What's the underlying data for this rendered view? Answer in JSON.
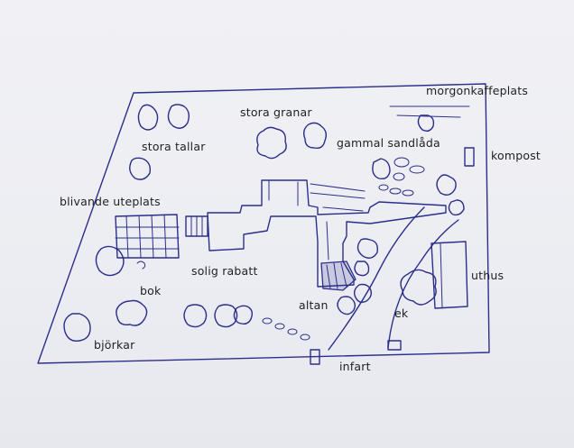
{
  "labels": {
    "morgonkaffeplats": "morgonkaffeplats",
    "stora_granar": "stora granar",
    "stora_tallar": "stora tallar",
    "gammal_sandlada": "gammal sandlåda",
    "kompost": "kompost",
    "blivande_uteplats": "blivande uteplats",
    "solig_rabatt": "solig rabatt",
    "uthus": "uthus",
    "bok": "bok",
    "altan": "altan",
    "ek": "ek",
    "bjorkar": "björkar",
    "infart": "infart"
  },
  "colors": {
    "ink": "#2b2f8a",
    "paper": "#eeeff3",
    "text": "#1f1f24"
  }
}
